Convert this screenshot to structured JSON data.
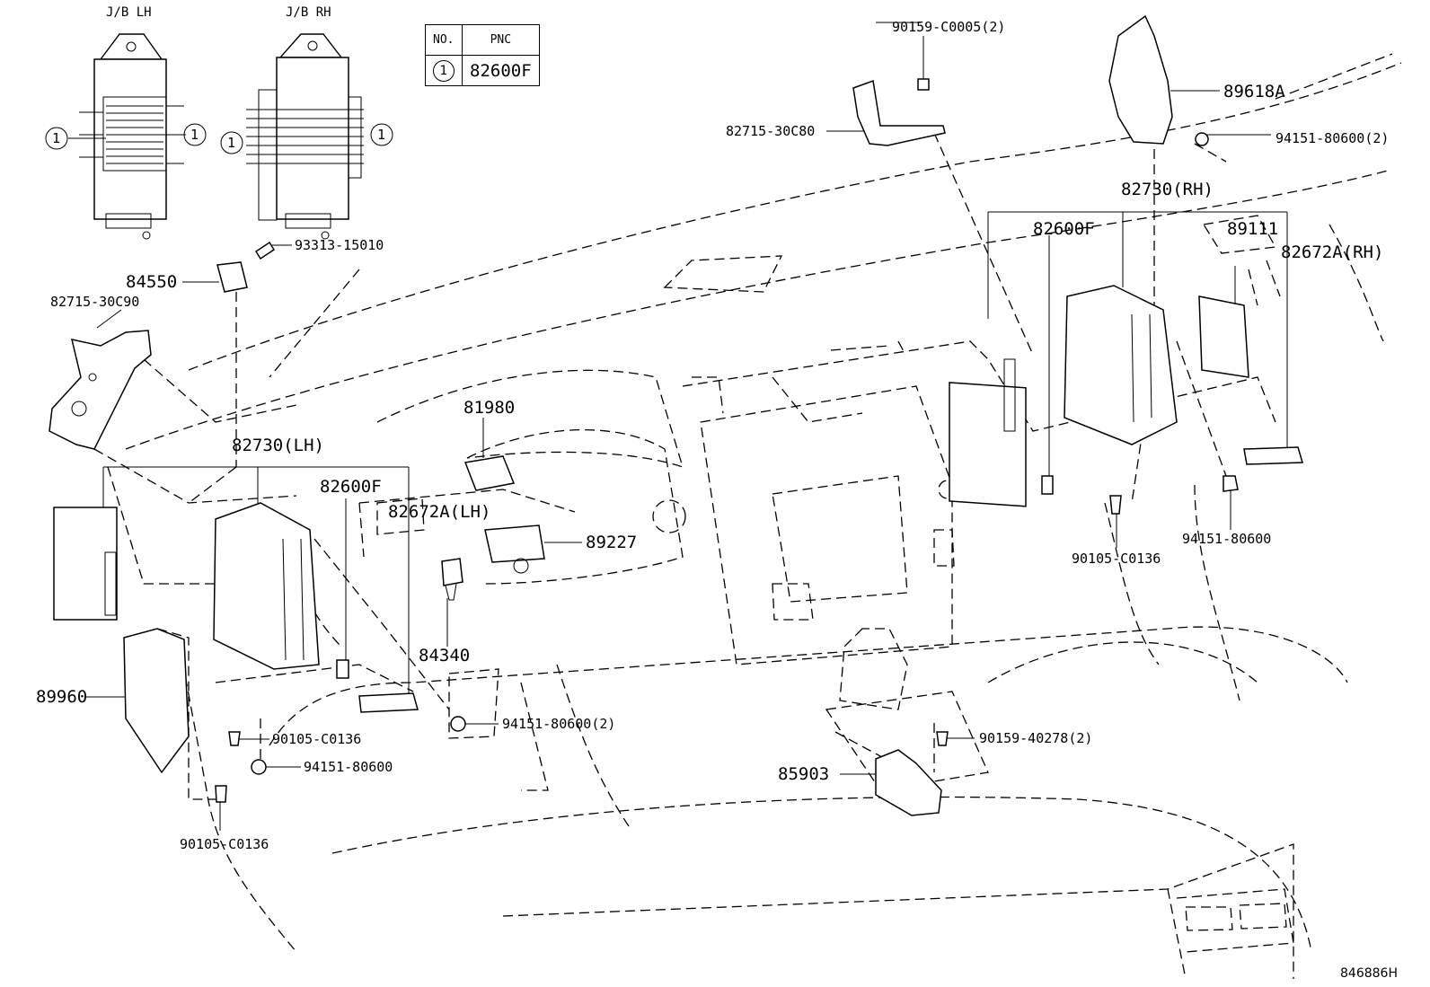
{
  "header_labels": {
    "jb_lh": "J/B LH",
    "jb_rh": "J/B RH"
  },
  "callout_number": "1",
  "pnc_table": {
    "col_no": "NO.",
    "col_pnc": "PNC",
    "rows": [
      {
        "no": "1",
        "pnc": "82600F"
      }
    ]
  },
  "labels": {
    "p90159_c0005": "90159-C0005(2)",
    "p82715_30c80": "82715-30C80",
    "p89618a": "89618A",
    "p94151_80600_2_top": "94151-80600(2)",
    "p82730_rh": "82730(RH)",
    "p82600f_rh": "82600F",
    "p89111": "89111",
    "p82672a_rh": "82672A(RH)",
    "p93313_15010": "93313-15010",
    "p84550": "84550",
    "p82715_30c90": "82715-30C90",
    "p81980": "81980",
    "p82730_lh": "82730(LH)",
    "p82600f_lh": "82600F",
    "p82672a_lh": "82672A(LH)",
    "p89227": "89227",
    "p84340": "84340",
    "p89960": "89960",
    "p90105_c0136_mid": "90105-C0136",
    "p94151_80600_2_mid": "94151-80600(2)",
    "p94151_80600_low": "94151-80600",
    "p90105_c0136_bot": "90105-C0136",
    "p90105_c0136_rh": "90105-C0136",
    "p94151_80600_rh": "94151-80600",
    "p90159_40278": "90159-40278(2)",
    "p85903": "85903"
  },
  "drawing_code": "846886H"
}
